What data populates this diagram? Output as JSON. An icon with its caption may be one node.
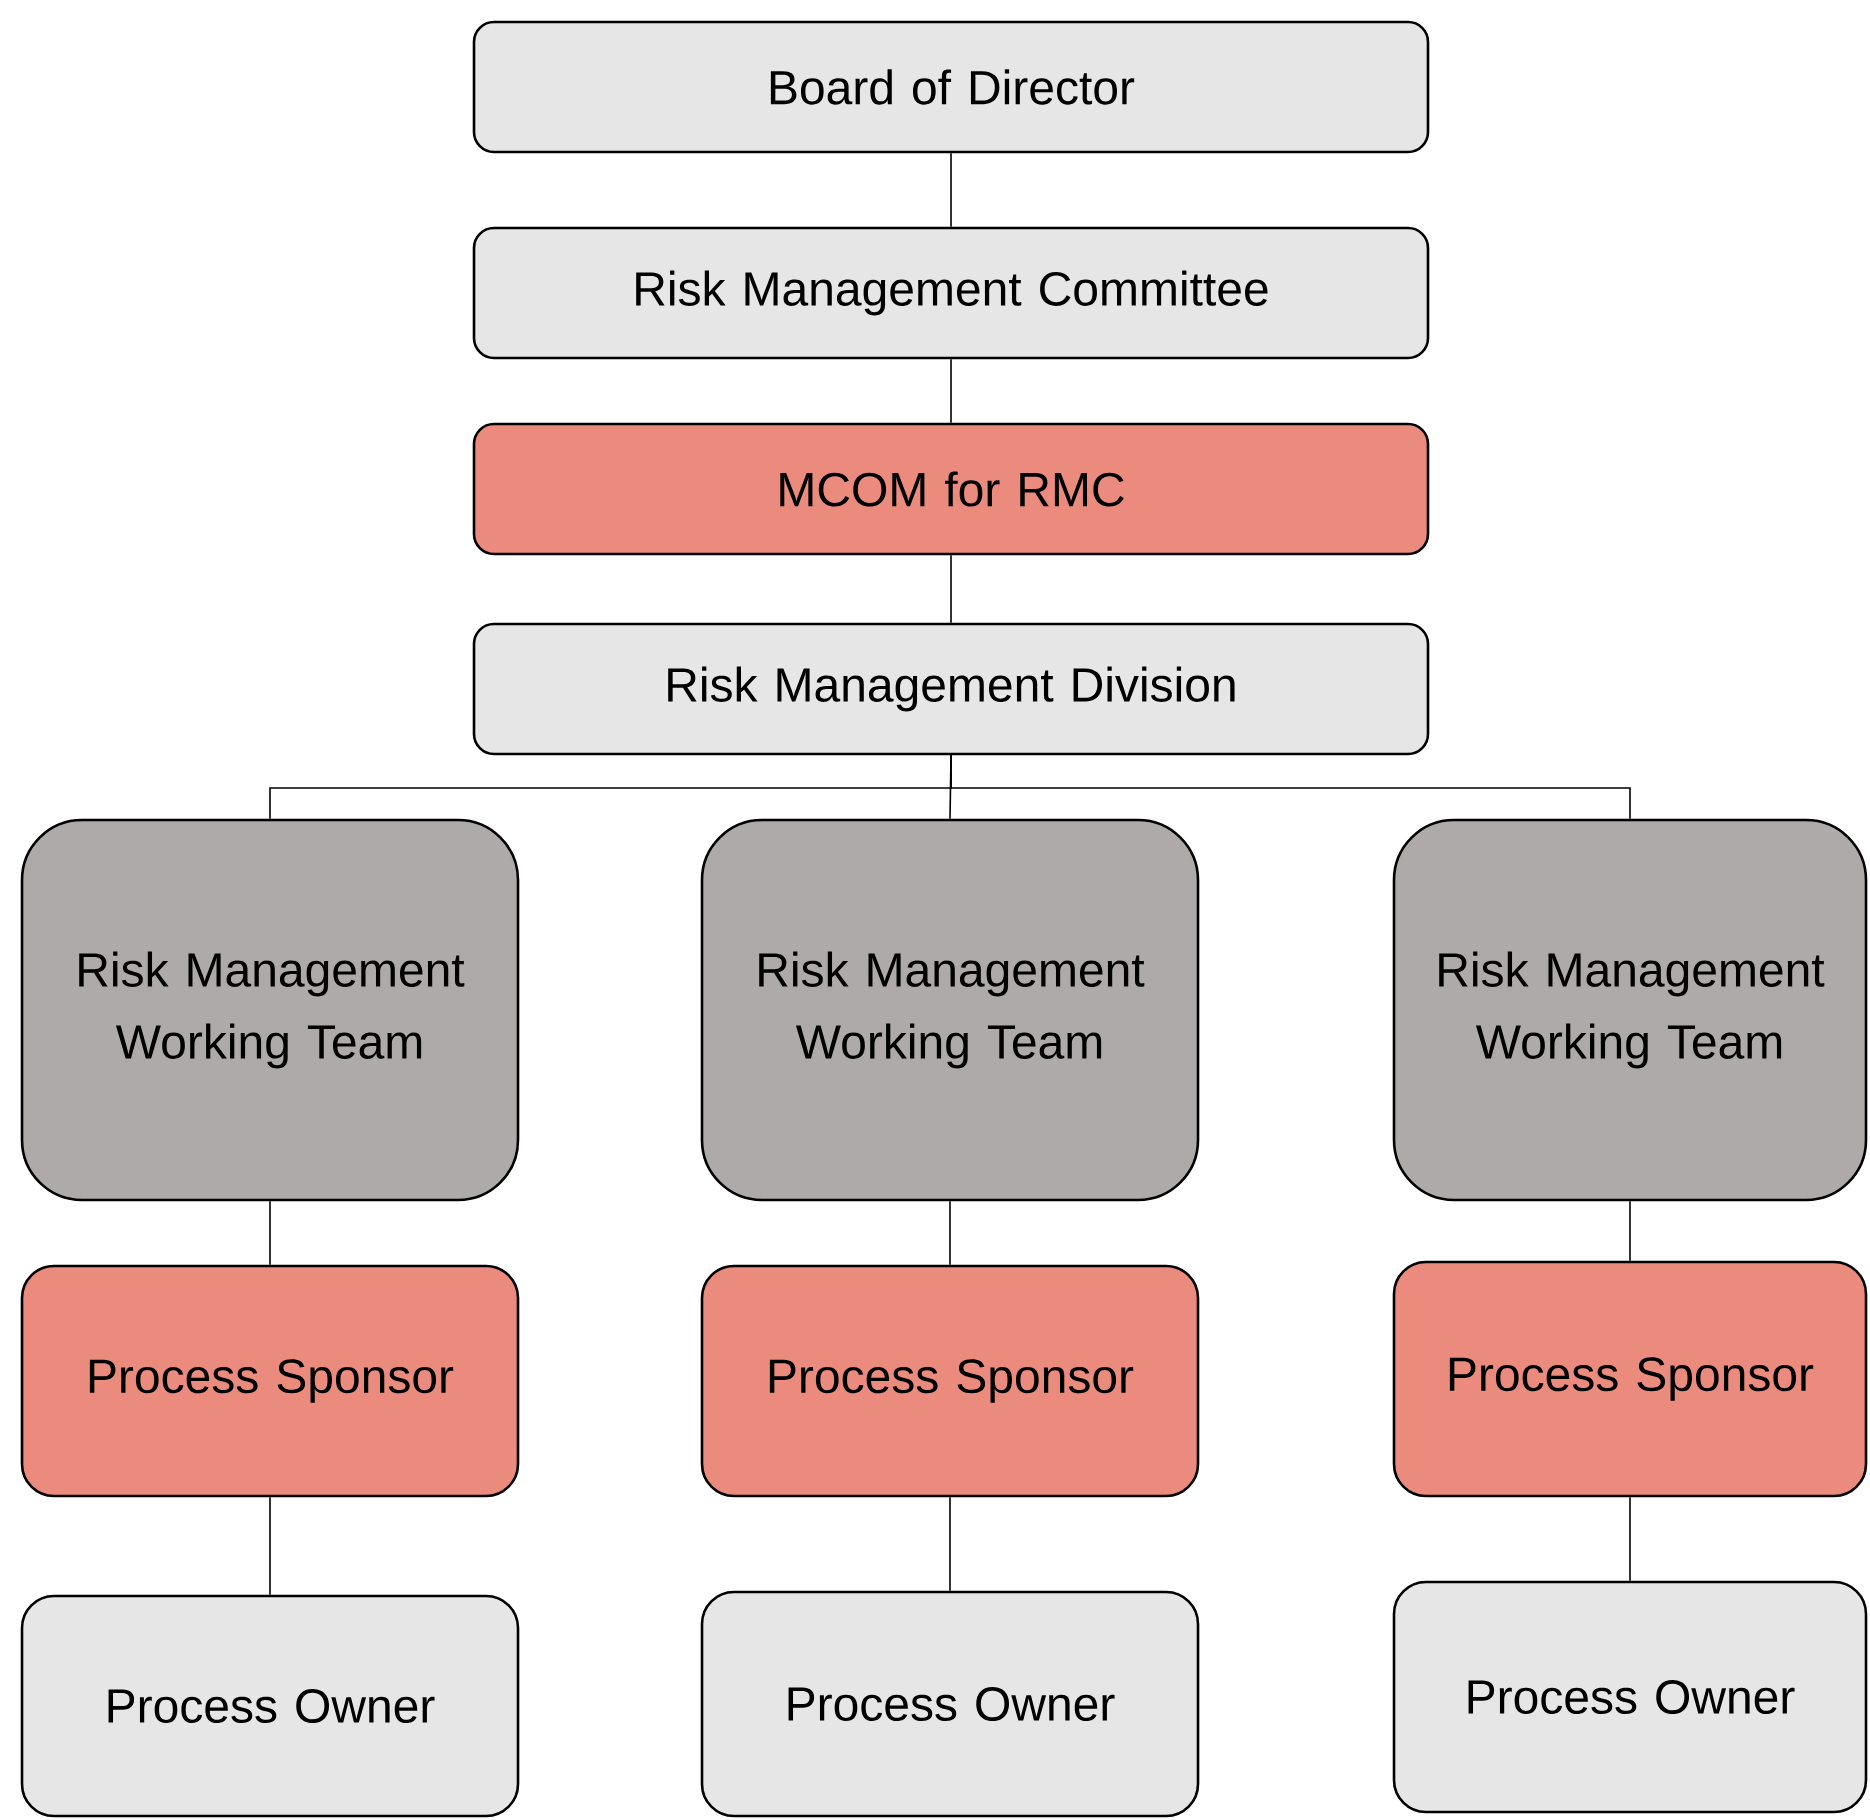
{
  "diagram": {
    "nodes": [
      {
        "text": [
          "Board of Director"
        ]
      },
      {
        "text": [
          "Risk Management Committee"
        ]
      },
      {
        "text": [
          "MCOM for RMC"
        ]
      },
      {
        "text": [
          "Risk Management Division"
        ]
      },
      {
        "text": [
          "Risk Management Working Team"
        ]
      },
      {
        "text": [
          "Risk Management Working Team"
        ]
      },
      {
        "text": [
          "Risk Management Working Team"
        ]
      },
      {
        "text": [
          "Process Sponsor"
        ]
      },
      {
        "text": [
          "Process Sponsor"
        ]
      },
      {
        "text": [
          "Process Sponsor"
        ]
      },
      {
        "text": [
          "Process Owner"
        ]
      },
      {
        "text": [
          "Process Owner"
        ]
      },
      {
        "text": [
          "Process Owner"
        ]
      }
    ],
    "edges": [
      {
        "from": 0,
        "to": 1,
        "arrow": "none"
      },
      {
        "from": 1,
        "to": 2,
        "arrow": "none"
      },
      {
        "from": 2,
        "to": 3,
        "arrow": "none"
      },
      {
        "from": 3,
        "to": 4,
        "arrow": "none"
      },
      {
        "from": 3,
        "to": 5,
        "arrow": "none"
      },
      {
        "from": 3,
        "to": 6,
        "arrow": "none"
      },
      {
        "from": 4,
        "to": 7,
        "arrow": "none"
      },
      {
        "from": 5,
        "to": 8,
        "arrow": "none"
      },
      {
        "from": 6,
        "to": 9,
        "arrow": "none"
      },
      {
        "from": 7,
        "to": 10,
        "arrow": "none"
      },
      {
        "from": 8,
        "to": 11,
        "arrow": "none"
      },
      {
        "from": 9,
        "to": 12,
        "arrow": "none"
      }
    ]
  }
}
